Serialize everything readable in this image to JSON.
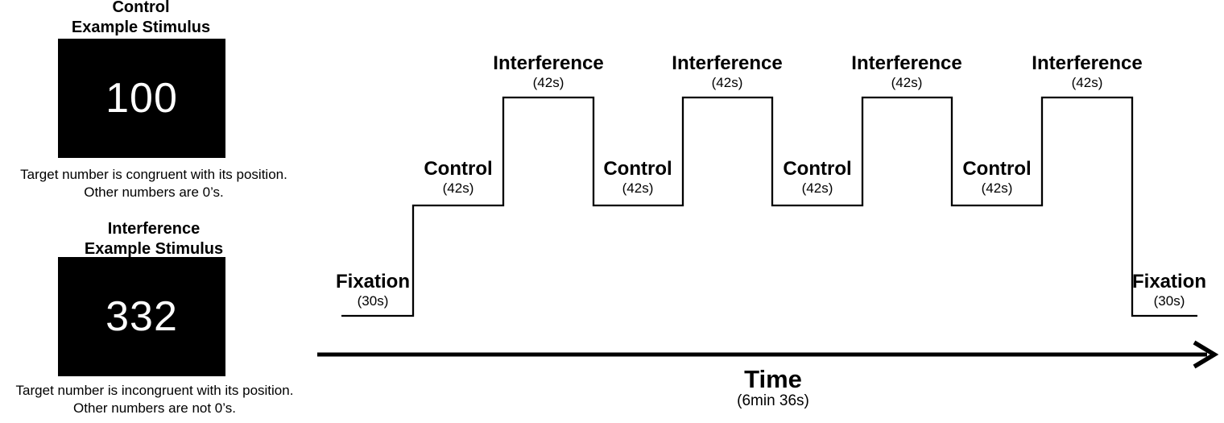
{
  "figure": {
    "background_color": "#ffffff",
    "line_color": "#000000"
  },
  "stimulus_examples": [
    {
      "title_line1": "Control",
      "title_line2": "Example Stimulus",
      "screen_value": "100",
      "screen_bg_color": "#000000",
      "screen_text_color": "#ffffff",
      "caption_line1": "Target number is congruent with its position.",
      "caption_line2": "Other numbers are 0’s."
    },
    {
      "title_line1": "Interference",
      "title_line2": "Example Stimulus",
      "screen_value": "332",
      "screen_bg_color": "#000000",
      "screen_text_color": "#ffffff",
      "caption_line1": "Target number is incongruent with its position.",
      "caption_line2": "Other numbers are not 0’s."
    }
  ],
  "timeline": {
    "blocks": [
      {
        "label": "Fixation",
        "duration": "(30s)",
        "seconds": 30,
        "level": 0
      },
      {
        "label": "Control",
        "duration": "(42s)",
        "seconds": 42,
        "level": 1
      },
      {
        "label": "Interference",
        "duration": "(42s)",
        "seconds": 42,
        "level": 2
      },
      {
        "label": "Control",
        "duration": "(42s)",
        "seconds": 42,
        "level": 1
      },
      {
        "label": "Interference",
        "duration": "(42s)",
        "seconds": 42,
        "level": 2
      },
      {
        "label": "Control",
        "duration": "(42s)",
        "seconds": 42,
        "level": 1
      },
      {
        "label": "Interference",
        "duration": "(42s)",
        "seconds": 42,
        "level": 2
      },
      {
        "label": "Control",
        "duration": "(42s)",
        "seconds": 42,
        "level": 1
      },
      {
        "label": "Interference",
        "duration": "(42s)",
        "seconds": 42,
        "level": 2
      },
      {
        "label": "Fixation",
        "duration": "(30s)",
        "seconds": 30,
        "level": 0
      }
    ],
    "axis_label": "Time",
    "axis_duration": "(6min 36s)"
  }
}
